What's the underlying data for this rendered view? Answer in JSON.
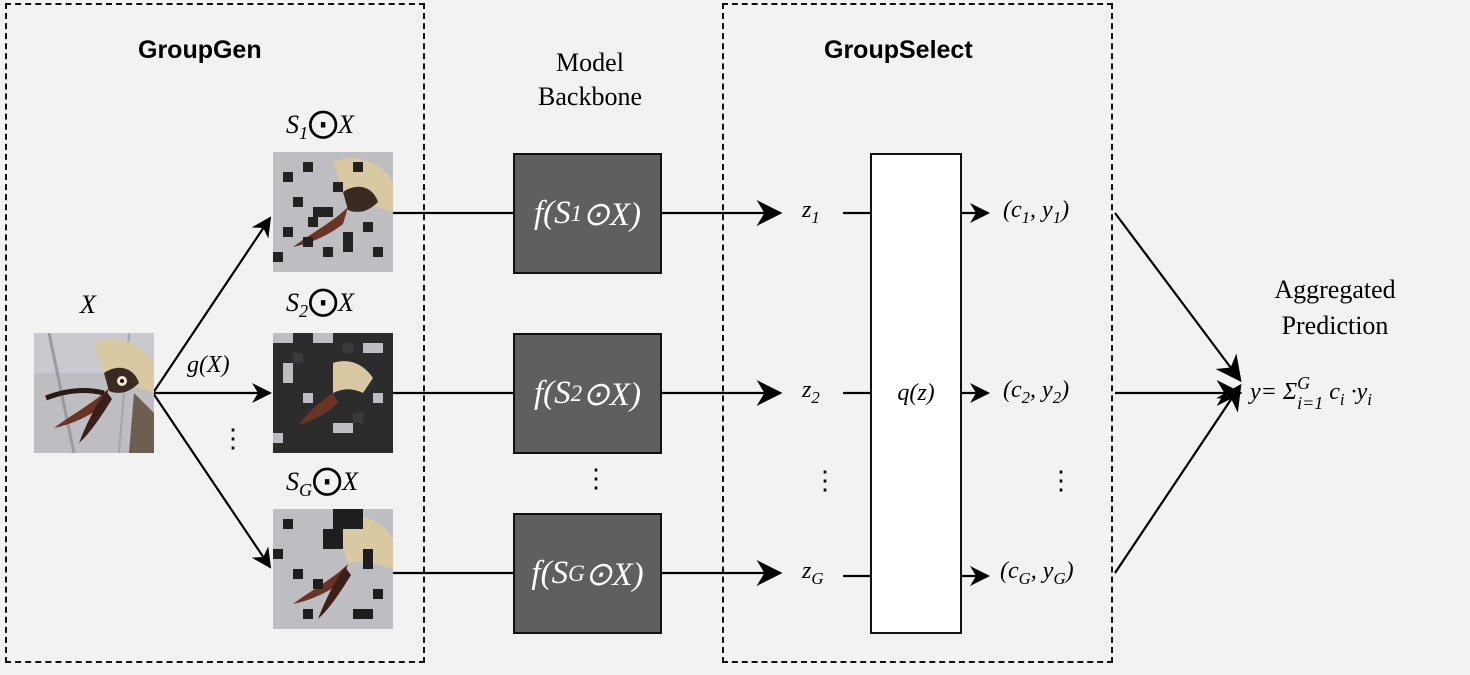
{
  "panels": {
    "groupgen_title": "GroupGen",
    "groupselect_title": "GroupSelect"
  },
  "backbone": {
    "line1": "Model",
    "line2": "Backbone"
  },
  "input": {
    "label": "X"
  },
  "generator": {
    "label": "g(X)"
  },
  "masked": [
    {
      "pre": "S",
      "sub": "1",
      "post": "X"
    },
    {
      "pre": "S",
      "sub": "2",
      "post": "X"
    },
    {
      "pre": "S",
      "sub": "G",
      "post": "X"
    }
  ],
  "model_boxes": [
    {
      "pre": "f(S",
      "sub": "1",
      "post": "⊙X)"
    },
    {
      "pre": "f(S",
      "sub": "2",
      "post": "⊙X)"
    },
    {
      "pre": "f(S",
      "sub": "G",
      "post": "⊙X)"
    }
  ],
  "z_labels": [
    {
      "pre": "z",
      "sub": "1"
    },
    {
      "pre": "z",
      "sub": "2"
    },
    {
      "pre": "z",
      "sub": "G"
    }
  ],
  "selector": {
    "label": "q(z)"
  },
  "outputs": [
    {
      "c": "1",
      "y": "1"
    },
    {
      "c": "2",
      "y": "2"
    },
    {
      "c": "G",
      "y": "G"
    }
  ],
  "aggregate": {
    "line1": "Aggregated",
    "line2": "Prediction",
    "formula_lhs": "y= Σ",
    "formula_sub": "i=1",
    "formula_sup": "G",
    "formula_rhs": "c",
    "formula_ci_sub": "i",
    "formula_dot": " ·y",
    "formula_yi_sub": "i"
  },
  "ellipsis": "⋮",
  "colors": {
    "background": "#f2f2f2",
    "model_box": "#5f5f5f",
    "selector_box": "#ffffff",
    "stroke": "#111111"
  },
  "icons": [
    "bird-photo",
    "masked-bird-photo",
    "odot-operator",
    "arrow"
  ]
}
